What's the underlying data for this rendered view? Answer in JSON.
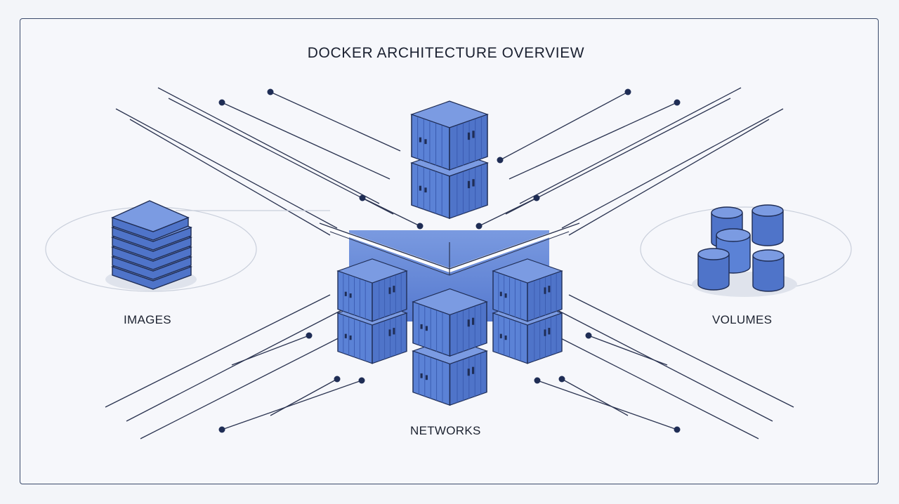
{
  "title": "DOCKER ARCHITECTURE OVERVIEW",
  "labels": {
    "images": "IMAGES",
    "volumes": "VOLUMES",
    "networks": "NETWORKS"
  },
  "icons": {
    "images": "stacked-layers-icon",
    "volumes": "storage-cylinders-icon",
    "containers": "shipping-container-icon"
  },
  "colors": {
    "container_blue": "#5b82d6",
    "container_top": "#7b9be2",
    "container_dark": "#3f62b5",
    "outline": "#1f2d55",
    "line": "#2a3350",
    "node": "#1f2d55"
  }
}
